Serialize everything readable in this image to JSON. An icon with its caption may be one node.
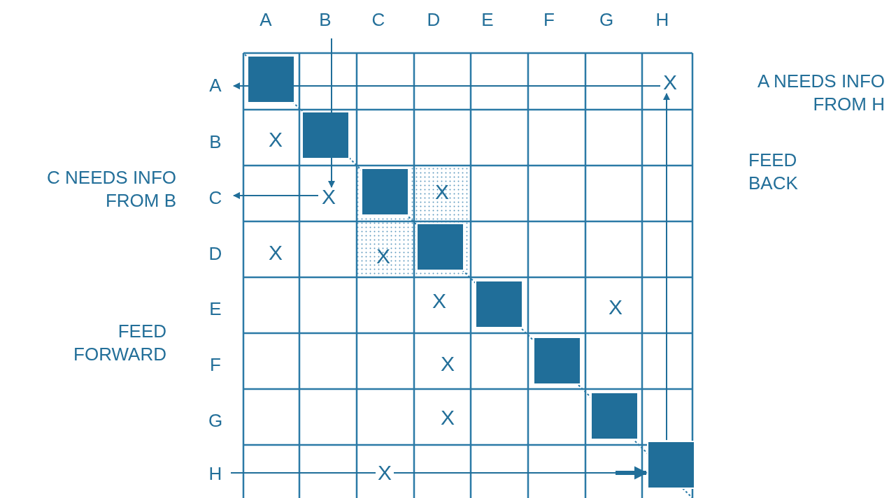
{
  "diagram": {
    "labels": [
      "A",
      "B",
      "C",
      "D",
      "E",
      "F",
      "G",
      "H",
      "A",
      "X",
      "A NEEDS INFO FROM H",
      "B",
      "X",
      "FEED BACK",
      "C NEEDS INFO FROM B",
      "C",
      "X",
      "X",
      "D",
      "X",
      "X",
      "E",
      "X",
      "X",
      "FEED FORWARD",
      "F",
      "X",
      "G",
      "X",
      "H",
      "X"
    ]
  }
}
